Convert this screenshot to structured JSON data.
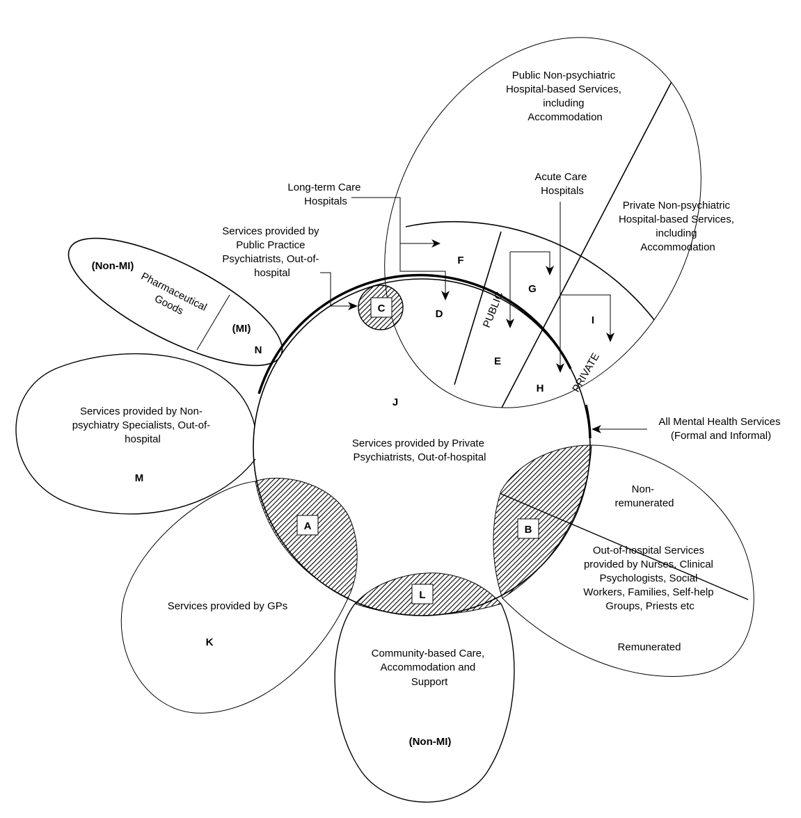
{
  "regions": {
    "public_hospital": [
      "Public Non-psychiatric",
      "Hospital-based Services,",
      "including",
      "Accommodation"
    ],
    "private_hospital": [
      "Private Non-psychiatric",
      "Hospital-based Services,",
      "including",
      "Accommodation"
    ],
    "acute_care": [
      "Acute Care",
      "Hospitals"
    ],
    "long_term_care": [
      "Long-term Care",
      "Hospitals"
    ],
    "public_psychiatrists": [
      "Services provided by",
      "Public Practice",
      "Psychiatrists, Out-of-",
      "hospital"
    ],
    "pharma_non_mi": "(Non-MI)",
    "pharma_goods": [
      "Pharmaceutical",
      "Goods"
    ],
    "pharma_mi": "(MI)",
    "non_psych_specialists": [
      "Services provided by Non-",
      "psychiatry Specialists, Out-of-",
      "hospital"
    ],
    "private_psychiatrists": [
      "Services provided by Private",
      "Psychiatrists, Out-of-hospital"
    ],
    "all_mh": [
      "All Mental Health Services",
      "(Formal and Informal)"
    ],
    "non_remunerated": [
      "Non-",
      "remunerated"
    ],
    "out_of_hospital": [
      "Out-of-hospital Services",
      "provided by Nurses, Clinical",
      "Psychologists, Social",
      "Workers, Families, Self-help",
      "Groups, Priests etc"
    ],
    "remunerated": "Remunerated",
    "gps": "Services provided by GPs",
    "community": [
      "Community-based Care,",
      "Accommodation and",
      "Support"
    ],
    "community_non_mi": "(Non-MI)",
    "public_tag": "PUBLIC",
    "private_tag": "PRIVATE"
  },
  "letters": {
    "A": "A",
    "B": "B",
    "C": "C",
    "D": "D",
    "E": "E",
    "F": "F",
    "G": "G",
    "H": "H",
    "I": "I",
    "J": "J",
    "K": "K",
    "L": "L",
    "M": "M",
    "N": "N"
  }
}
